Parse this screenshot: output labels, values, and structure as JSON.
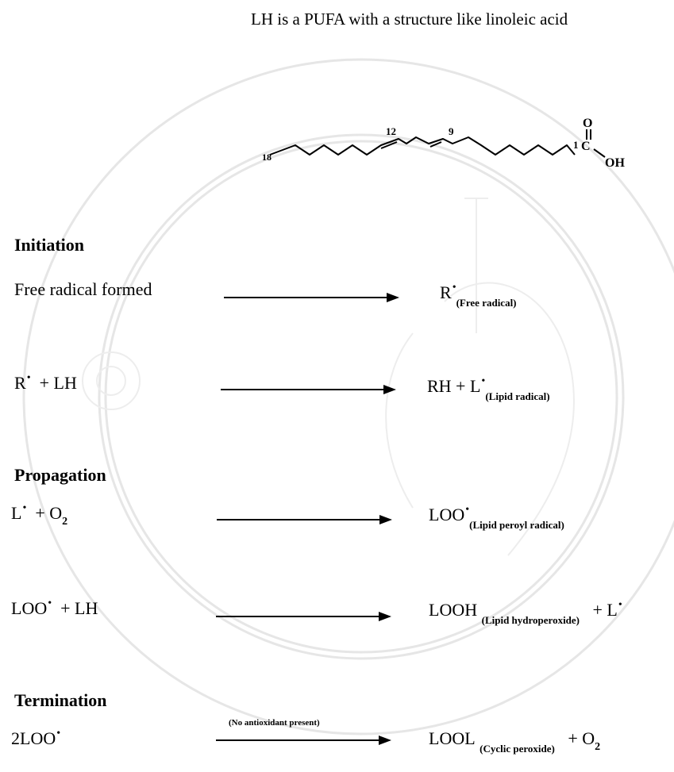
{
  "intro_text": "LH is a PUFA with a structure like linoleic acid",
  "structure": {
    "o_label": "O",
    "oh_label": "OH",
    "c_label": "C",
    "num_1": "1",
    "num_9": "9",
    "num_12": "12",
    "num_18": "18"
  },
  "sections": {
    "initiation": "Initiation",
    "propagation": "Propagation",
    "termination": "Termination"
  },
  "reactions": [
    {
      "left_text": "Free radical formed",
      "right_main": "R",
      "right_sub": "(Free radical)"
    },
    {
      "left_main": "R",
      "left_rest": "+ LH",
      "right_main": "RH + L",
      "right_sub": "(Lipid radical)"
    },
    {
      "left_main": "L",
      "left_rest": "+ O",
      "left_o2sub": "2",
      "right_main": "LOO",
      "right_sub": "(Lipid peroyl radical)"
    },
    {
      "left_main": "LOO",
      "left_rest": "+ LH",
      "right_main": "LOOH",
      "right_sub": "(Lipid hydroperoxide)",
      "right_tail": "+ L"
    },
    {
      "left_main": "2LOO",
      "condition": "(No antioxidant present)",
      "right_main": "LOOL",
      "right_sub": "(Cyclic peroxide)",
      "right_tail": "+ O",
      "right_o2sub": "2"
    }
  ]
}
